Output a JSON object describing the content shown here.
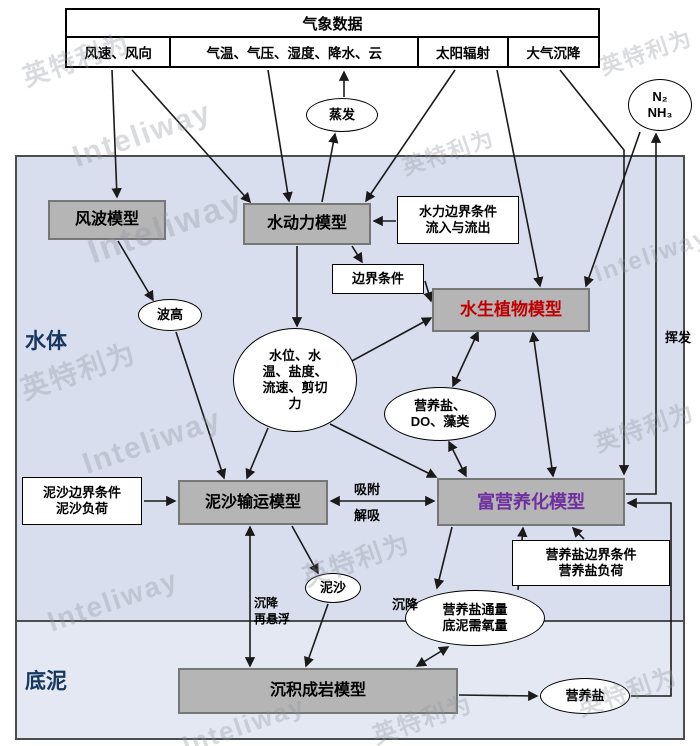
{
  "watermark": {
    "latin": "Inteliway",
    "cjk": "英特利为"
  },
  "met": {
    "title": "气象数据",
    "cells": [
      "风速、风向",
      "气温、气压、湿度、降水、云",
      "太阳辐射",
      "大气沉降"
    ]
  },
  "regions": {
    "water": "水体",
    "sediment": "底泥"
  },
  "models": {
    "wind_wave": "风波模型",
    "hydrodynamic": "水动力模型",
    "aquatic_plant": "水生植物模型",
    "sediment_transport": "泥沙输运模型",
    "eutrophication": "富营养化模型",
    "diagenesis": "沉积成岩模型"
  },
  "boxes": {
    "hydraulic_boundary": [
      "水力边界条件",
      "流入与流出"
    ],
    "boundary_condition": "边界条件",
    "sediment_boundary": [
      "泥沙边界条件",
      "泥沙负荷"
    ],
    "nutrient_boundary": [
      "营养盐边界条件",
      "营养盐负荷"
    ]
  },
  "ellipses": {
    "evaporation": "蒸发",
    "n2_nh3": [
      "N₂",
      "NH₃"
    ],
    "wave_height": "波高",
    "water_state": [
      "水位、水",
      "温、盐度、",
      "流速、剪切",
      "力"
    ],
    "nutrient_do_algae": [
      "营养盐、",
      "DO、藻类"
    ],
    "sediment_particle": "泥沙",
    "nutrient_flux": [
      "营养盐通量",
      "底泥需氧量"
    ],
    "nutrient": "营养盐"
  },
  "labels": {
    "adsorption": "吸附",
    "desorption": "解吸",
    "settling": "沉降",
    "resuspension": "再悬浮",
    "settling2": "沉降",
    "volatilization": "挥发"
  },
  "colors": {
    "water_region": "#d9deee",
    "sediment_region": "#e4e8f3",
    "model_fill": "#b5b5b5",
    "aquatic_plant_text": "#c00000",
    "eutrophication_text": "#7030a0",
    "region_label": "#17375e"
  }
}
